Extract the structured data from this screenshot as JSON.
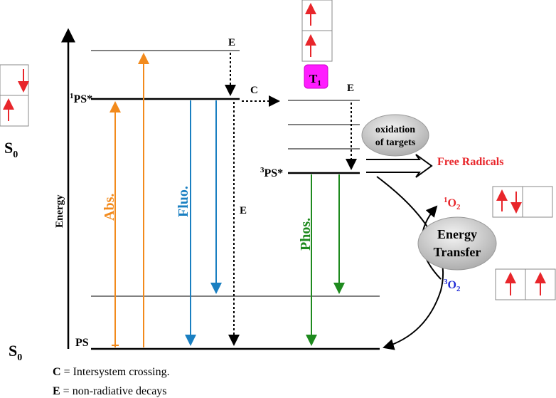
{
  "axis": {
    "label": "Energy"
  },
  "levels": {
    "s1_label": "PS*",
    "s1_super": "1",
    "t1_label": "PS*",
    "t1_super": "3",
    "ground_label": "PS",
    "t1_box_label": "T",
    "t1_box_sub": "1"
  },
  "transitions": {
    "absorption": "Abs.",
    "fluorescence": "Fluo.",
    "phosphorescence": "Phos.",
    "ic_label": "C",
    "nonrad_label": "E"
  },
  "reactions": {
    "oxidation_line1": "oxidation",
    "oxidation_line2": "of targets",
    "free_radicals": "Free Radicals",
    "energy_transfer_line1": "Energy",
    "energy_transfer_line2": "Transfer",
    "singlet_oxygen": "O",
    "singlet_oxygen_super": "1",
    "singlet_oxygen_sub": "2",
    "triplet_oxygen": "O",
    "triplet_oxygen_super": "3",
    "triplet_oxygen_sub": "2"
  },
  "states": {
    "s0_left": "S",
    "s0_left_sub": "0",
    "s0_bottom": "S",
    "s0_bottom_sub": "0"
  },
  "legend": {
    "c_key": "C",
    "c_text": " = Intersystem crossing.",
    "e_key": "E",
    "e_text": " = non-radiative decays"
  },
  "colors": {
    "absorption": "#f28a1c",
    "fluorescence": "#1a7fc1",
    "phosphorescence": "#1e8a1e",
    "arrow_red": "#e8262b",
    "t1_box": "#ff1cff",
    "singlet_o2": "#e8262b",
    "triplet_o2": "#1f2bd6",
    "free_radicals": "#e8262b"
  }
}
